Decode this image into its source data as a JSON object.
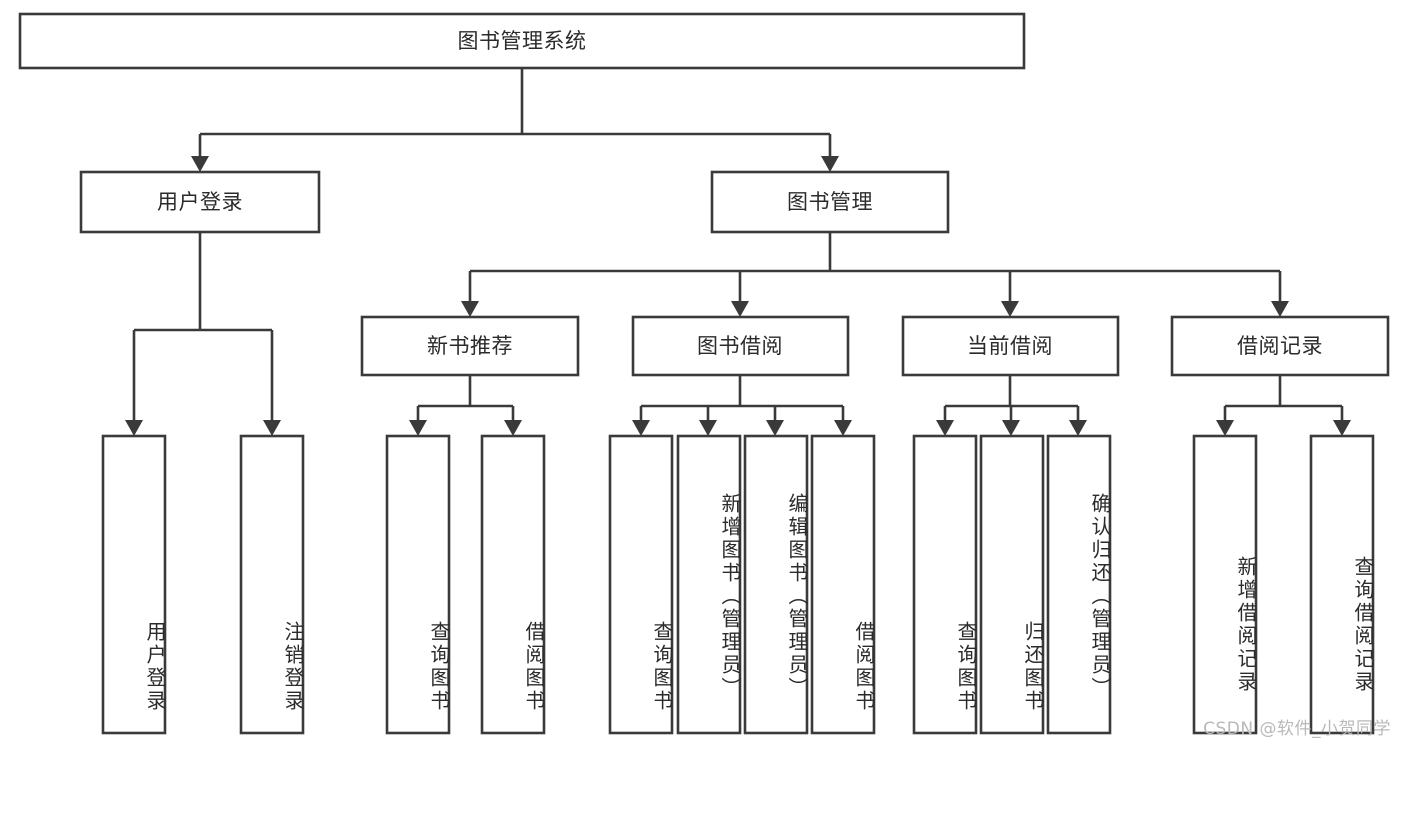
{
  "diagram": {
    "type": "tree",
    "title": "图书管理系统",
    "orientation": "top-down",
    "colors": {
      "box_stroke": "#3a3a3a",
      "box_fill": "#ffffff",
      "text": "#2b2b2b",
      "background": "#ffffff",
      "watermark": "#b9b9b9"
    },
    "root": {
      "label": "图书管理系统"
    },
    "level1": [
      {
        "id": "user-login",
        "label": "用户登录"
      },
      {
        "id": "book-manage",
        "label": "图书管理"
      }
    ],
    "level2": [
      {
        "id": "new-book-recommend",
        "label": "新书推荐",
        "parent": "book-manage"
      },
      {
        "id": "book-borrow",
        "label": "图书借阅",
        "parent": "book-manage"
      },
      {
        "id": "current-borrow",
        "label": "当前借阅",
        "parent": "book-manage"
      },
      {
        "id": "borrow-record",
        "label": "借阅记录",
        "parent": "book-manage"
      }
    ],
    "leaves": [
      {
        "id": "leaf-user-login",
        "label": "用户登录",
        "parent": "user-login"
      },
      {
        "id": "leaf-user-logout",
        "label": "注销登录",
        "parent": "user-login"
      },
      {
        "id": "leaf-query-book-1",
        "label": "查询图书",
        "parent": "new-book-recommend"
      },
      {
        "id": "leaf-borrow-book-1",
        "label": "借阅图书",
        "parent": "new-book-recommend"
      },
      {
        "id": "leaf-query-book-2",
        "label": "查询图书",
        "parent": "book-borrow"
      },
      {
        "id": "leaf-add-book",
        "label": "新增图书（管理员）",
        "parent": "book-borrow"
      },
      {
        "id": "leaf-edit-book",
        "label": "编辑图书（管理员）",
        "parent": "book-borrow"
      },
      {
        "id": "leaf-borrow-book-2",
        "label": "借阅图书",
        "parent": "book-borrow"
      },
      {
        "id": "leaf-query-book-3",
        "label": "查询图书",
        "parent": "current-borrow"
      },
      {
        "id": "leaf-return-book",
        "label": "归还图书",
        "parent": "current-borrow"
      },
      {
        "id": "leaf-confirm-return",
        "label": "确认归还（管理员）",
        "parent": "current-borrow"
      },
      {
        "id": "leaf-add-record",
        "label": "新增借阅记录",
        "parent": "borrow-record"
      },
      {
        "id": "leaf-query-record",
        "label": "查询借阅记录",
        "parent": "borrow-record"
      }
    ]
  },
  "watermark": {
    "text": "CSDN @软件_小贺同学"
  }
}
